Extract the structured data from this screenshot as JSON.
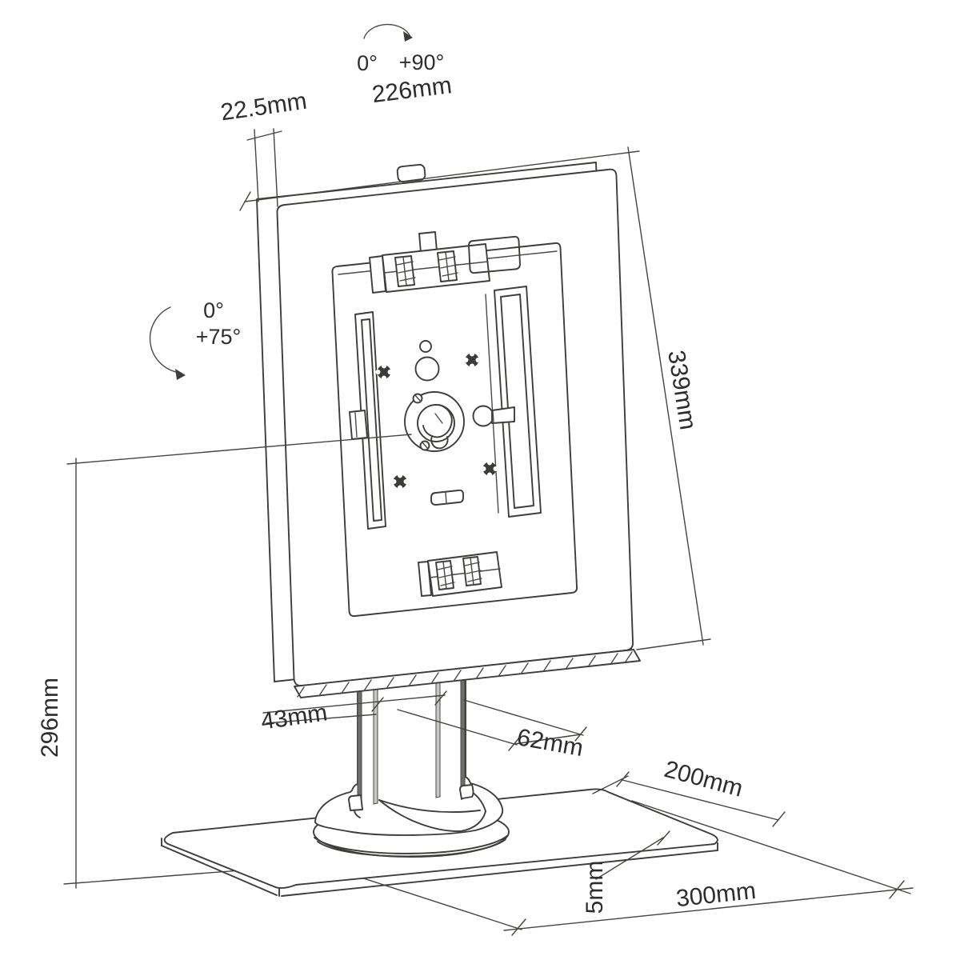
{
  "figure": {
    "kind": "technical-line-drawing",
    "line_color": "#3e3d3a",
    "background": "#ffffff"
  },
  "labels": {
    "swivel_start": "0°",
    "swivel_end": "+90°",
    "tilt_start": "0°",
    "tilt_end": "+75°",
    "enclosure_width": "226mm",
    "enclosure_side_depth": "22.5mm",
    "enclosure_height": "339mm",
    "stand_height": "296mm",
    "pole_width": "43mm",
    "pole_depth": "62mm",
    "base_depth": "200mm",
    "base_width": "300mm",
    "base_thickness": "5mm"
  }
}
